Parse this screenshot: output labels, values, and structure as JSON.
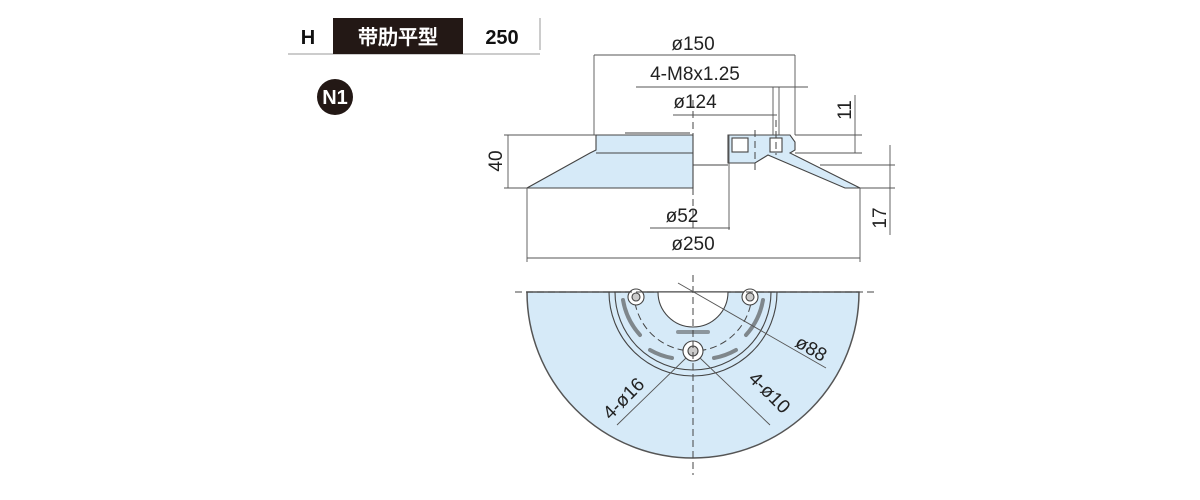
{
  "header": {
    "series": "H",
    "type_name": "带肋平型",
    "size": "250"
  },
  "badge": "N1",
  "side_view": {
    "dims": {
      "outer_top_dia": "ø150",
      "thread": "4-M8x1.25",
      "bolt_circle": "ø124",
      "height_top": "11",
      "total_height": "40",
      "bore": "ø52",
      "outer_dia": "ø250",
      "lip_height": "17"
    }
  },
  "bottom_view": {
    "dims": {
      "pitch_circle": "ø88",
      "counterbore": "4-ø16",
      "hole": "4-ø10"
    }
  },
  "colors": {
    "fill": "#d6eaf8",
    "header_bg": "#231815"
  }
}
